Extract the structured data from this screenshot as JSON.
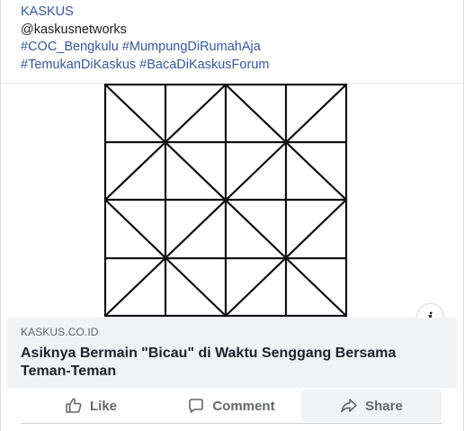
{
  "post": {
    "author_link": "KASKUS",
    "handle": "@kaskusnetworks",
    "hashtags_line1": "#COC_Bengkulu #MumpungDiRumahAja",
    "hashtags_line2": "#TemukanDiKaskus #BacaDiKaskusForum"
  },
  "media": {
    "info_icon": "i"
  },
  "link_preview": {
    "domain": "KASKUS.CO.ID",
    "title": "Asiknya Bermain \"Bicau\" di Waktu Senggang Bersama Teman-Teman"
  },
  "actions": [
    {
      "label": "Like",
      "icon": "thumbs-up-icon"
    },
    {
      "label": "Comment",
      "icon": "comment-icon"
    },
    {
      "label": "Share",
      "icon": "share-icon"
    }
  ],
  "colors": {
    "link": "#385898",
    "card_background": "#f0f2f5",
    "action_text": "#65676b"
  }
}
